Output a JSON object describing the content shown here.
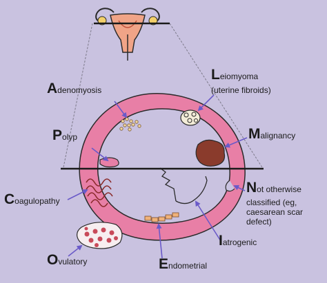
{
  "labels": {
    "adenomyosis": {
      "initial": "A",
      "rest": "denomyosis"
    },
    "polyp": {
      "initial": "P",
      "rest": "olyp"
    },
    "coagulopathy": {
      "initial": "C",
      "rest": "oagulopathy"
    },
    "ovulatory": {
      "initial": "O",
      "rest": "vulatory"
    },
    "endometrial": {
      "initial": "E",
      "rest": "ndometrial"
    },
    "iatrogenic": {
      "initial": "I",
      "rest": "atrogenic"
    },
    "not_otherwise": {
      "initial": "N",
      "rest": "ot otherwise",
      "line2": "classified (eg,",
      "line3": "caesarean scar",
      "line4": "defect)"
    },
    "malignancy": {
      "initial": "M",
      "rest": "alignancy"
    },
    "leiomyoma": {
      "initial": "L",
      "rest": "eiomyoma",
      "line2": "(uterine fibroids)"
    }
  },
  "colors": {
    "background": "#c9c2e0",
    "ring": "#e87fa6",
    "arrow": "#6a5ac8",
    "malignancy_mass": "#8a3b2c"
  }
}
